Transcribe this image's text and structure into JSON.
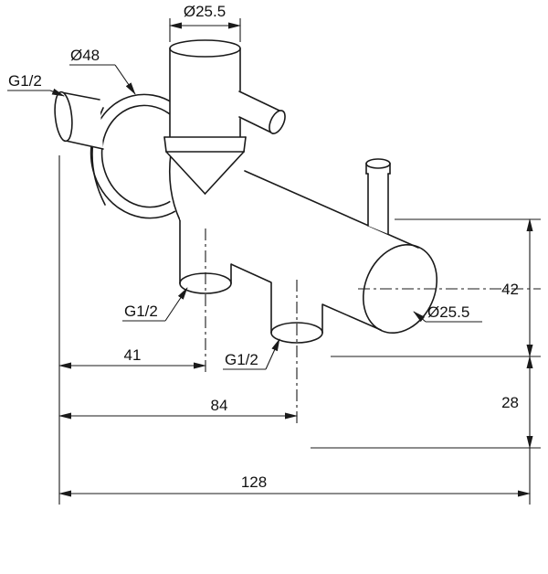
{
  "drawing": {
    "background_color": "#ffffff",
    "line_color": "#1a1a1a",
    "labels": {
      "top_diameter": "Ø25.5",
      "flange_diameter": "Ø48",
      "inlet_thread": "G1/2",
      "outlet1_thread": "G1/2",
      "outlet2_thread": "G1/2",
      "body_diameter": "Ø25.5"
    },
    "dimensions": {
      "outlet1_offset": "41",
      "outlet2_offset": "84",
      "overall_width": "128",
      "upper_height": "42",
      "lower_height": "28"
    }
  }
}
